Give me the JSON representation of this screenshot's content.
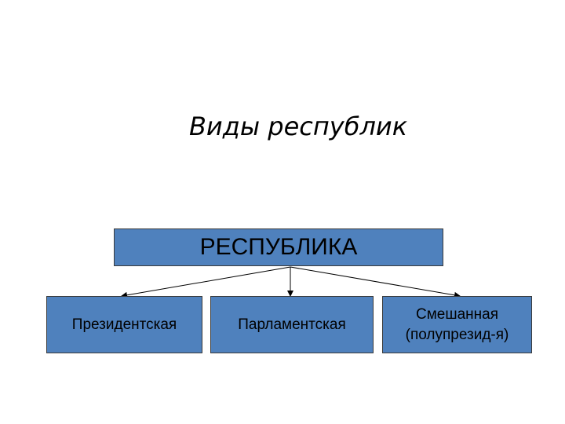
{
  "slide": {
    "title": "Виды республик"
  },
  "diagram": {
    "root": {
      "label": "РЕСПУБЛИКА"
    },
    "children": [
      {
        "label": "Президентская"
      },
      {
        "label": "Парламентская"
      },
      {
        "label": "Смешанная\n(полупрезид-я)"
      }
    ],
    "colors": {
      "box_fill": "#4f81bd",
      "box_border": "#3a3a3a",
      "connector": "#000000",
      "text": "#000000",
      "background": "#ffffff"
    }
  }
}
